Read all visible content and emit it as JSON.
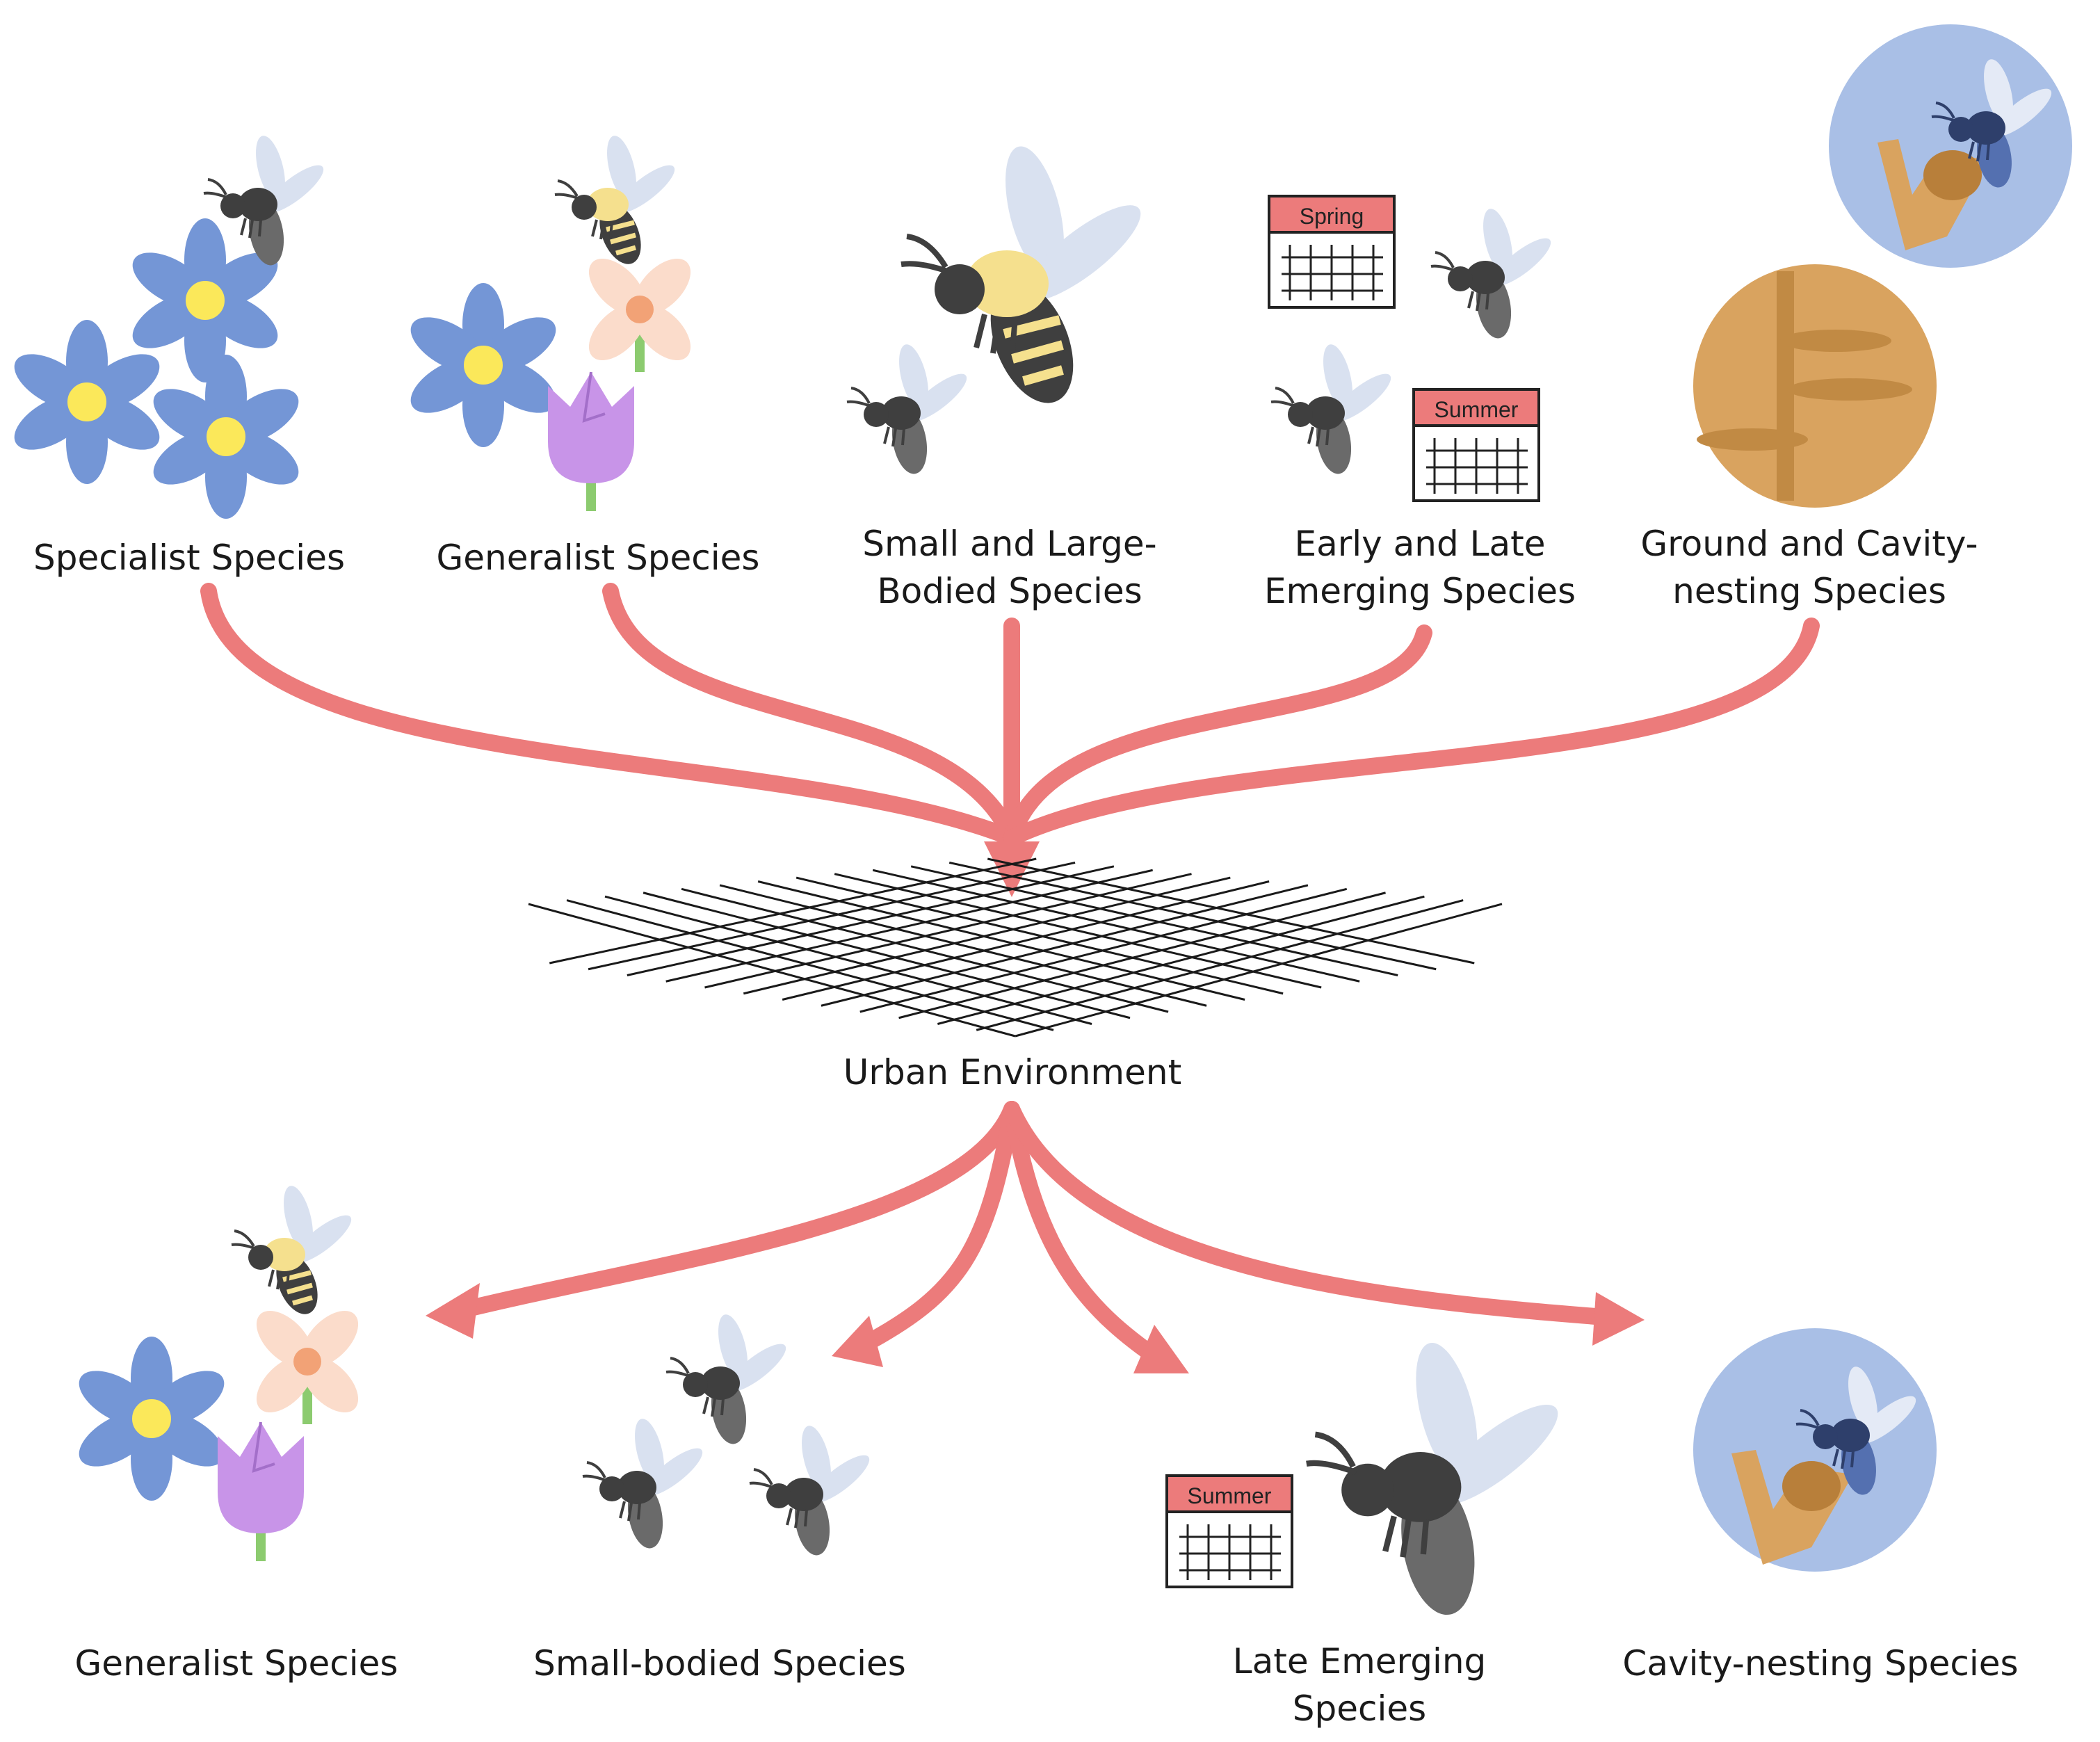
{
  "colors": {
    "arrow": "#EC7B7B",
    "flower_blue": "#7496D6",
    "flower_center": "#FBE85A",
    "flower_peach": "#FBDCCB",
    "flower_peach_center": "#F2A276",
    "tulip": "#C894E8",
    "stem": "#8CCB6F",
    "bee_body": "#3F3F3F",
    "bee_wing": "#D9E1F0",
    "bee_stripe": "#F5E08E",
    "calendar_header": "#EC7B7B",
    "nest_circle": "#A9BFE6",
    "ground_circle": "#D9A35F",
    "blue_bee": "#3D5A99",
    "net": "#1a1a1a"
  },
  "top_groups": [
    {
      "label": "Specialist Species"
    },
    {
      "label": "Generalist Species"
    },
    {
      "label": "Small and Large-\nBodied Species"
    },
    {
      "label": "Early and Late\nEmerging Species"
    },
    {
      "label": "Ground and Cavity-\nnesting Species"
    }
  ],
  "center": {
    "label": "Urban Environment"
  },
  "bottom_groups": [
    {
      "label": "Generalist Species"
    },
    {
      "label": "Small-bodied Species"
    },
    {
      "label": "Late Emerging\nSpecies"
    },
    {
      "label": "Cavity-nesting Species"
    }
  ],
  "calendars": {
    "spring": "Spring",
    "summer_top": "Summer",
    "summer_bottom": "Summer"
  },
  "icons": [
    "bee-icon",
    "flower-icon",
    "tulip-icon",
    "calendar-icon",
    "cavity-nest-icon",
    "ground-nest-icon",
    "net-icon"
  ]
}
